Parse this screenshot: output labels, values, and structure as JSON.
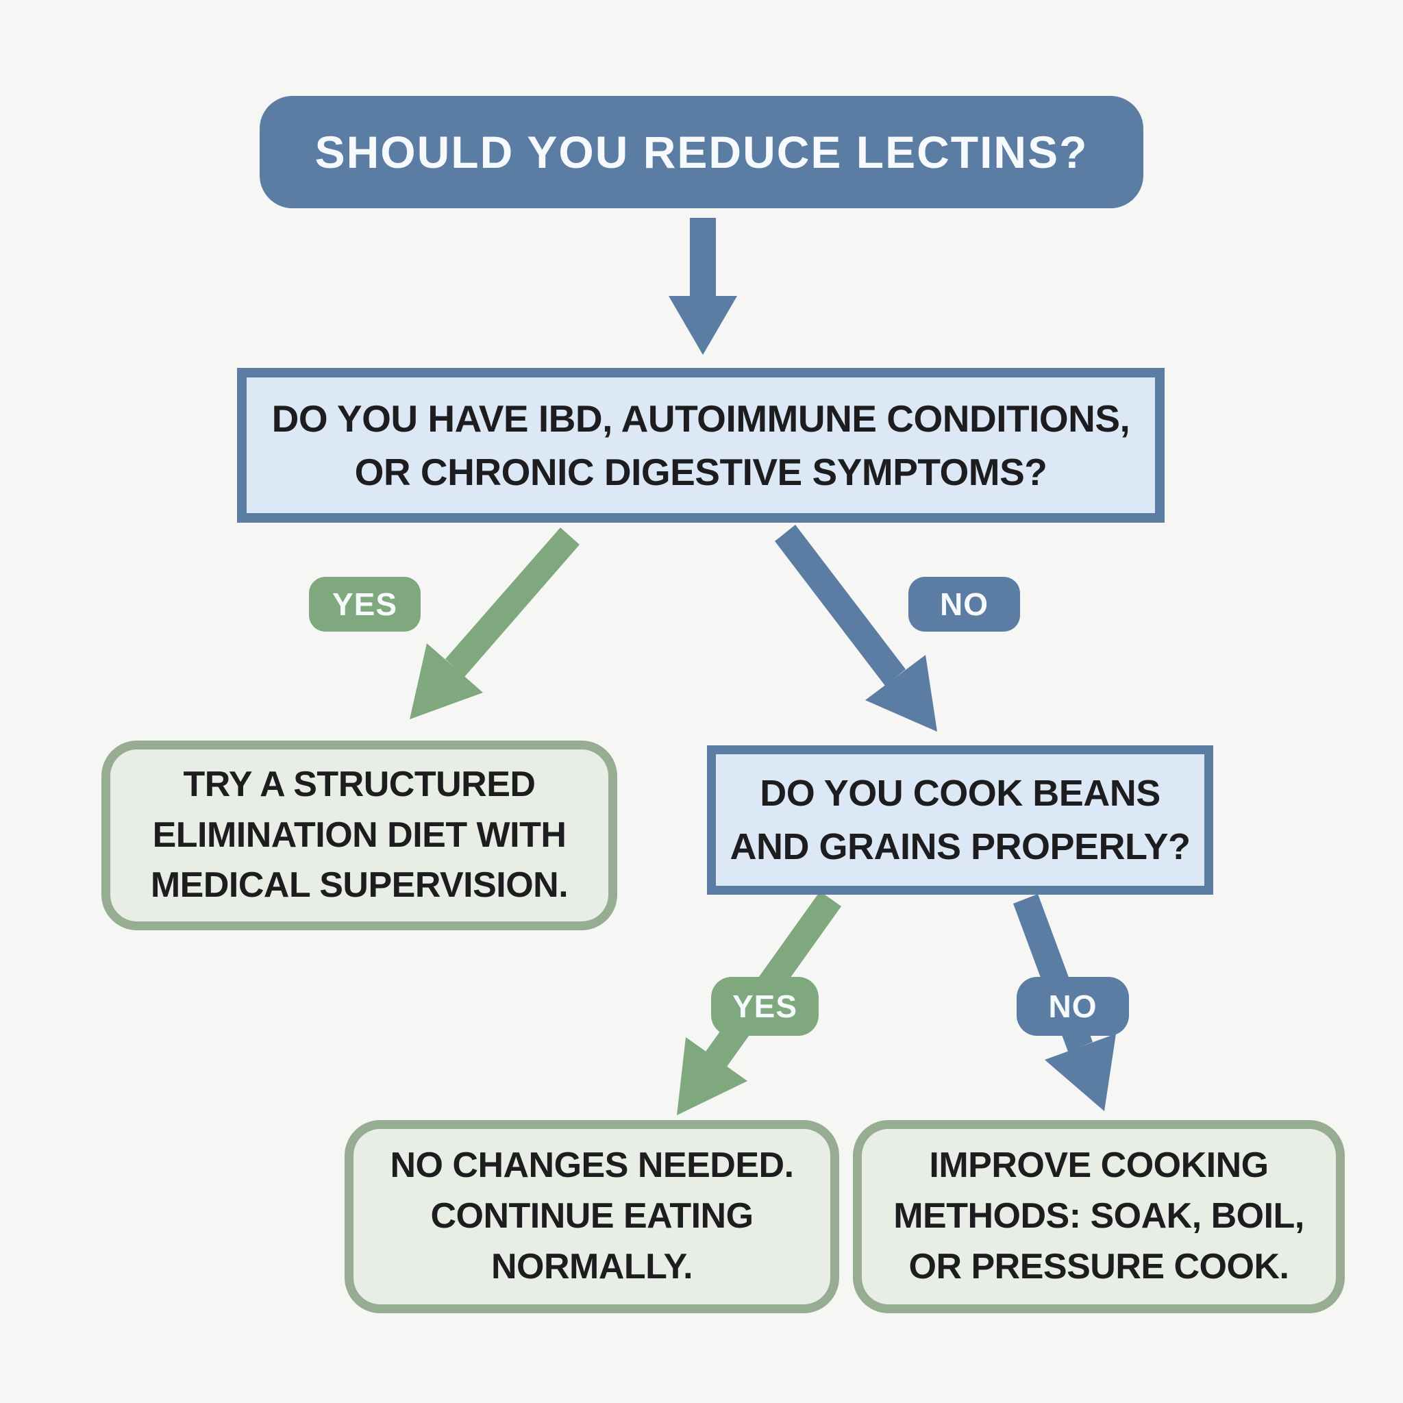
{
  "colors": {
    "blue": "#5b7ca3",
    "blue_light": "#dce8f5",
    "green": "#7fa87e",
    "green_light": "#e8eee5",
    "green_border": "#96ad92",
    "text_dark": "#1d1d1f",
    "text_white": "#f7fafc",
    "background": "#f6f7f4"
  },
  "title": {
    "text": "SHOULD YOU REDUCE LECTINS?"
  },
  "questions": {
    "q1": {
      "lines": [
        "DO YOU HAVE IBD, AUTOIMMUNE CONDITIONS,",
        "OR CHRONIC DIGESTIVE SYMPTOMS?"
      ]
    },
    "q2": {
      "lines": [
        "DO YOU COOK BEANS",
        "AND GRAINS PROPERLY?"
      ]
    }
  },
  "branch_labels": {
    "q1_yes": "YES",
    "q1_no": "NO",
    "q2_yes": "YES",
    "q2_no": "NO"
  },
  "outcomes": {
    "elimination_diet": {
      "lines": [
        "TRY A STRUCTURED",
        "ELIMINATION DIET WITH",
        "MEDICAL SUPERVISION."
      ]
    },
    "no_changes": {
      "lines": [
        "NO CHANGES NEEDED.",
        "CONTINUE EATING",
        "NORMALLY."
      ]
    },
    "improve_cooking": {
      "lines": [
        "IMPROVE COOKING",
        "METHODS: SOAK, BOIL,",
        "OR PRESSURE COOK."
      ]
    }
  }
}
